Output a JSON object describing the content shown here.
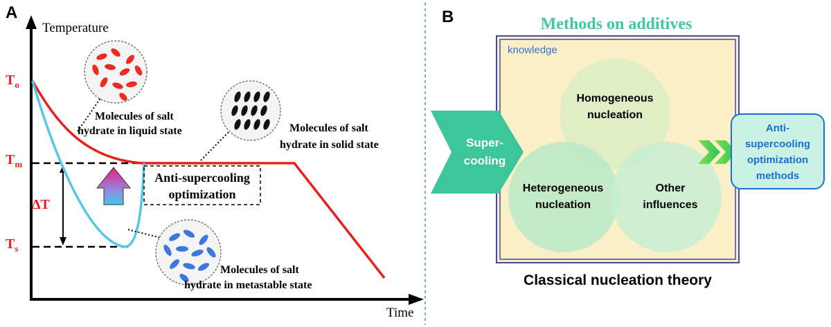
{
  "panel_a": {
    "letter": "A",
    "y_axis_label": "Temperature",
    "x_axis_label": "Time",
    "ticks": {
      "t_o_main": "T",
      "t_o_sub": "o",
      "t_m_main": "T",
      "t_m_sub": "m",
      "t_s_main": "T",
      "t_s_sub": "s",
      "delta": "ΔT"
    },
    "captions": {
      "liquid": [
        "Molecules of salt",
        "hydrate in liquid state"
      ],
      "solid": [
        "Molecules of salt",
        "hydrate in solid state"
      ],
      "metastable": [
        "Molecules of salt",
        "hydrate in metastable state"
      ],
      "anti": [
        "Anti-supercooling",
        "optimization"
      ]
    },
    "colors": {
      "normal_curve": "#e8201c",
      "supercooled_curve": "#55c5ea",
      "label": "#e8201c"
    }
  },
  "panel_b": {
    "letter": "B",
    "title": "Methods on additives",
    "knowledge": "knowledge",
    "homogeneous": [
      "Homogeneous",
      "nucleation"
    ],
    "heterogeneous": [
      "Heterogeneous",
      "nucleation"
    ],
    "other": [
      "Other",
      "influences"
    ],
    "supercooling": [
      "Super-",
      "cooling"
    ],
    "result": [
      "Anti-",
      "supercooling",
      "optimization",
      "methods"
    ],
    "theory": "Classical nucleation theory",
    "colors": {
      "title": "#3cc9a0",
      "box_fill": "#fbefc8",
      "frame": "#3b4f9a",
      "result_text": "#1a6fd6",
      "arrow_fill": "#3cc69a"
    }
  }
}
